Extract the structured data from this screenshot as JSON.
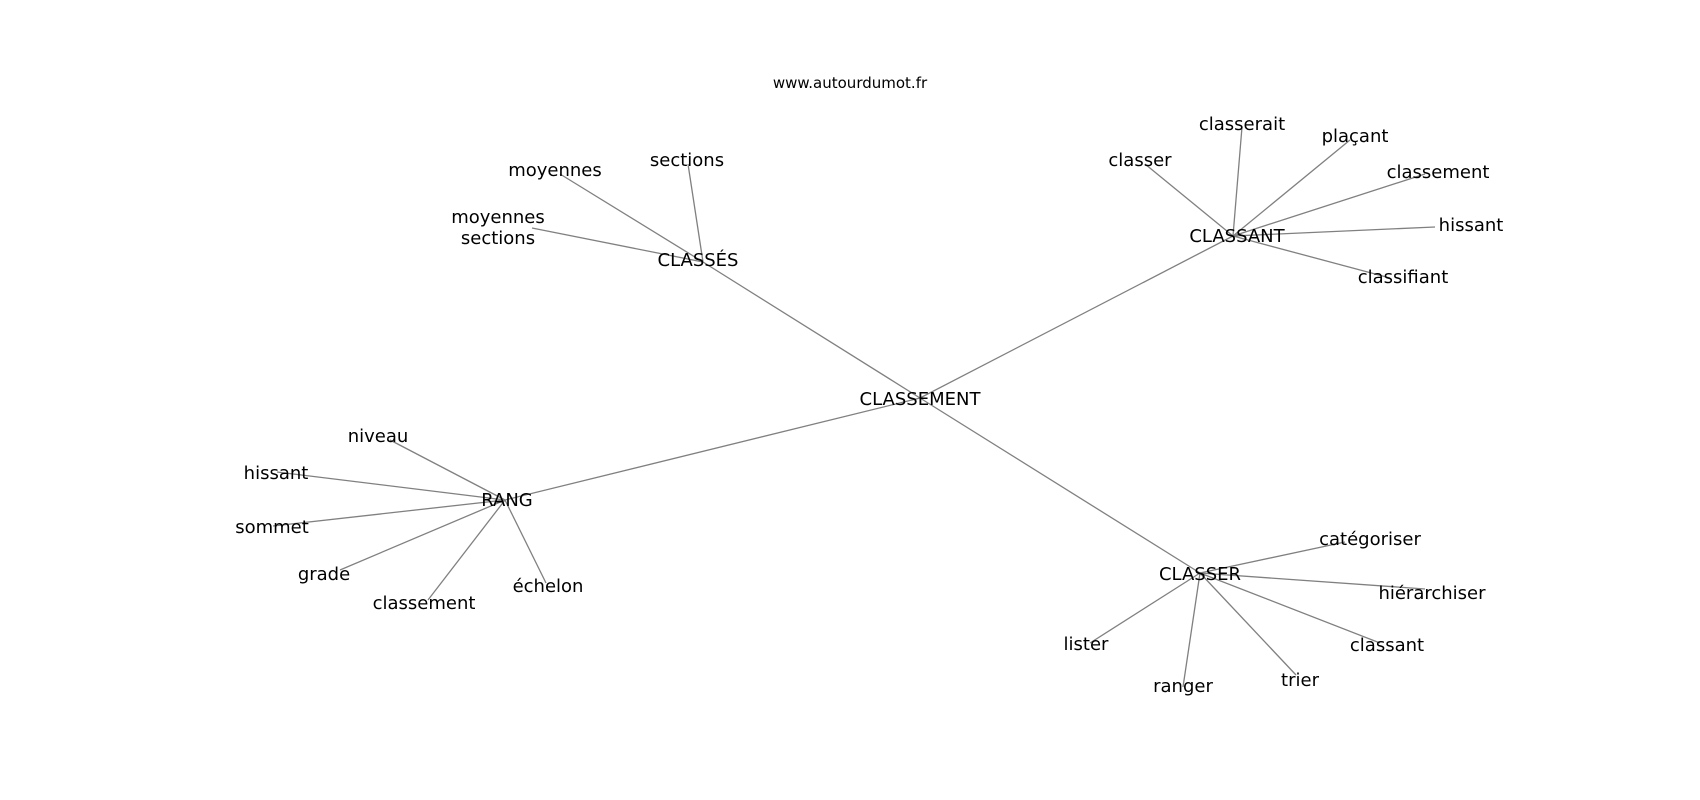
{
  "header": {
    "watermark": "www.autourdumot.fr"
  },
  "graph": {
    "center": {
      "id": "classement_root",
      "label": "CLASSEMENT"
    },
    "hubs": [
      {
        "id": "classes",
        "label": "CLASSÉS",
        "children": [
          {
            "id": "classes_moyennes",
            "label": "moyennes"
          },
          {
            "id": "classes_sections",
            "label": "sections"
          },
          {
            "id": "classes_moyennes_sections",
            "label": [
              "moyennes",
              "sections"
            ]
          }
        ]
      },
      {
        "id": "classant",
        "label": "CLASSANT",
        "children": [
          {
            "id": "classant_classer",
            "label": "classer"
          },
          {
            "id": "classant_classerait",
            "label": "classerait"
          },
          {
            "id": "classant_placant",
            "label": "plaçant"
          },
          {
            "id": "classant_classement",
            "label": "classement"
          },
          {
            "id": "classant_hissant",
            "label": "hissant"
          },
          {
            "id": "classant_classifiant",
            "label": "classifiant"
          }
        ]
      },
      {
        "id": "rang",
        "label": "RANG",
        "children": [
          {
            "id": "rang_niveau",
            "label": "niveau"
          },
          {
            "id": "rang_hissant",
            "label": "hissant"
          },
          {
            "id": "rang_sommet",
            "label": "sommet"
          },
          {
            "id": "rang_grade",
            "label": "grade"
          },
          {
            "id": "rang_classement",
            "label": "classement"
          },
          {
            "id": "rang_echelon",
            "label": "échelon"
          }
        ]
      },
      {
        "id": "classer",
        "label": "CLASSER",
        "children": [
          {
            "id": "classer_categoriser",
            "label": "catégoriser"
          },
          {
            "id": "classer_hierarchiser",
            "label": "hiérarchiser"
          },
          {
            "id": "classer_classant",
            "label": "classant"
          },
          {
            "id": "classer_trier",
            "label": "trier"
          },
          {
            "id": "classer_ranger",
            "label": "ranger"
          },
          {
            "id": "classer_lister",
            "label": "lister"
          }
        ]
      }
    ],
    "colors": {
      "edge": "#808080",
      "text": "#000000",
      "background": "#ffffff"
    }
  }
}
